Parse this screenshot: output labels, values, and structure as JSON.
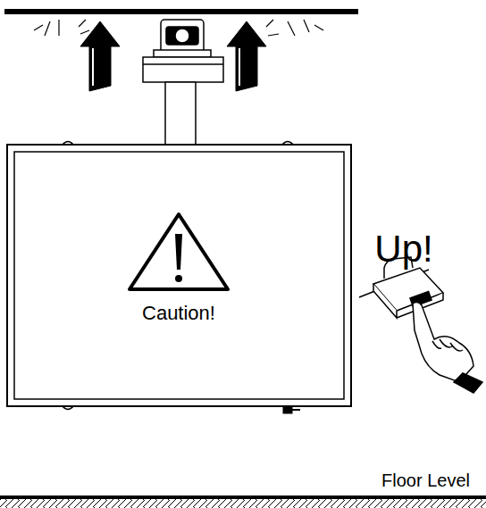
{
  "diagram": {
    "labels": [
      "Up!",
      "Caution!",
      "Floor Level"
    ]
  }
}
